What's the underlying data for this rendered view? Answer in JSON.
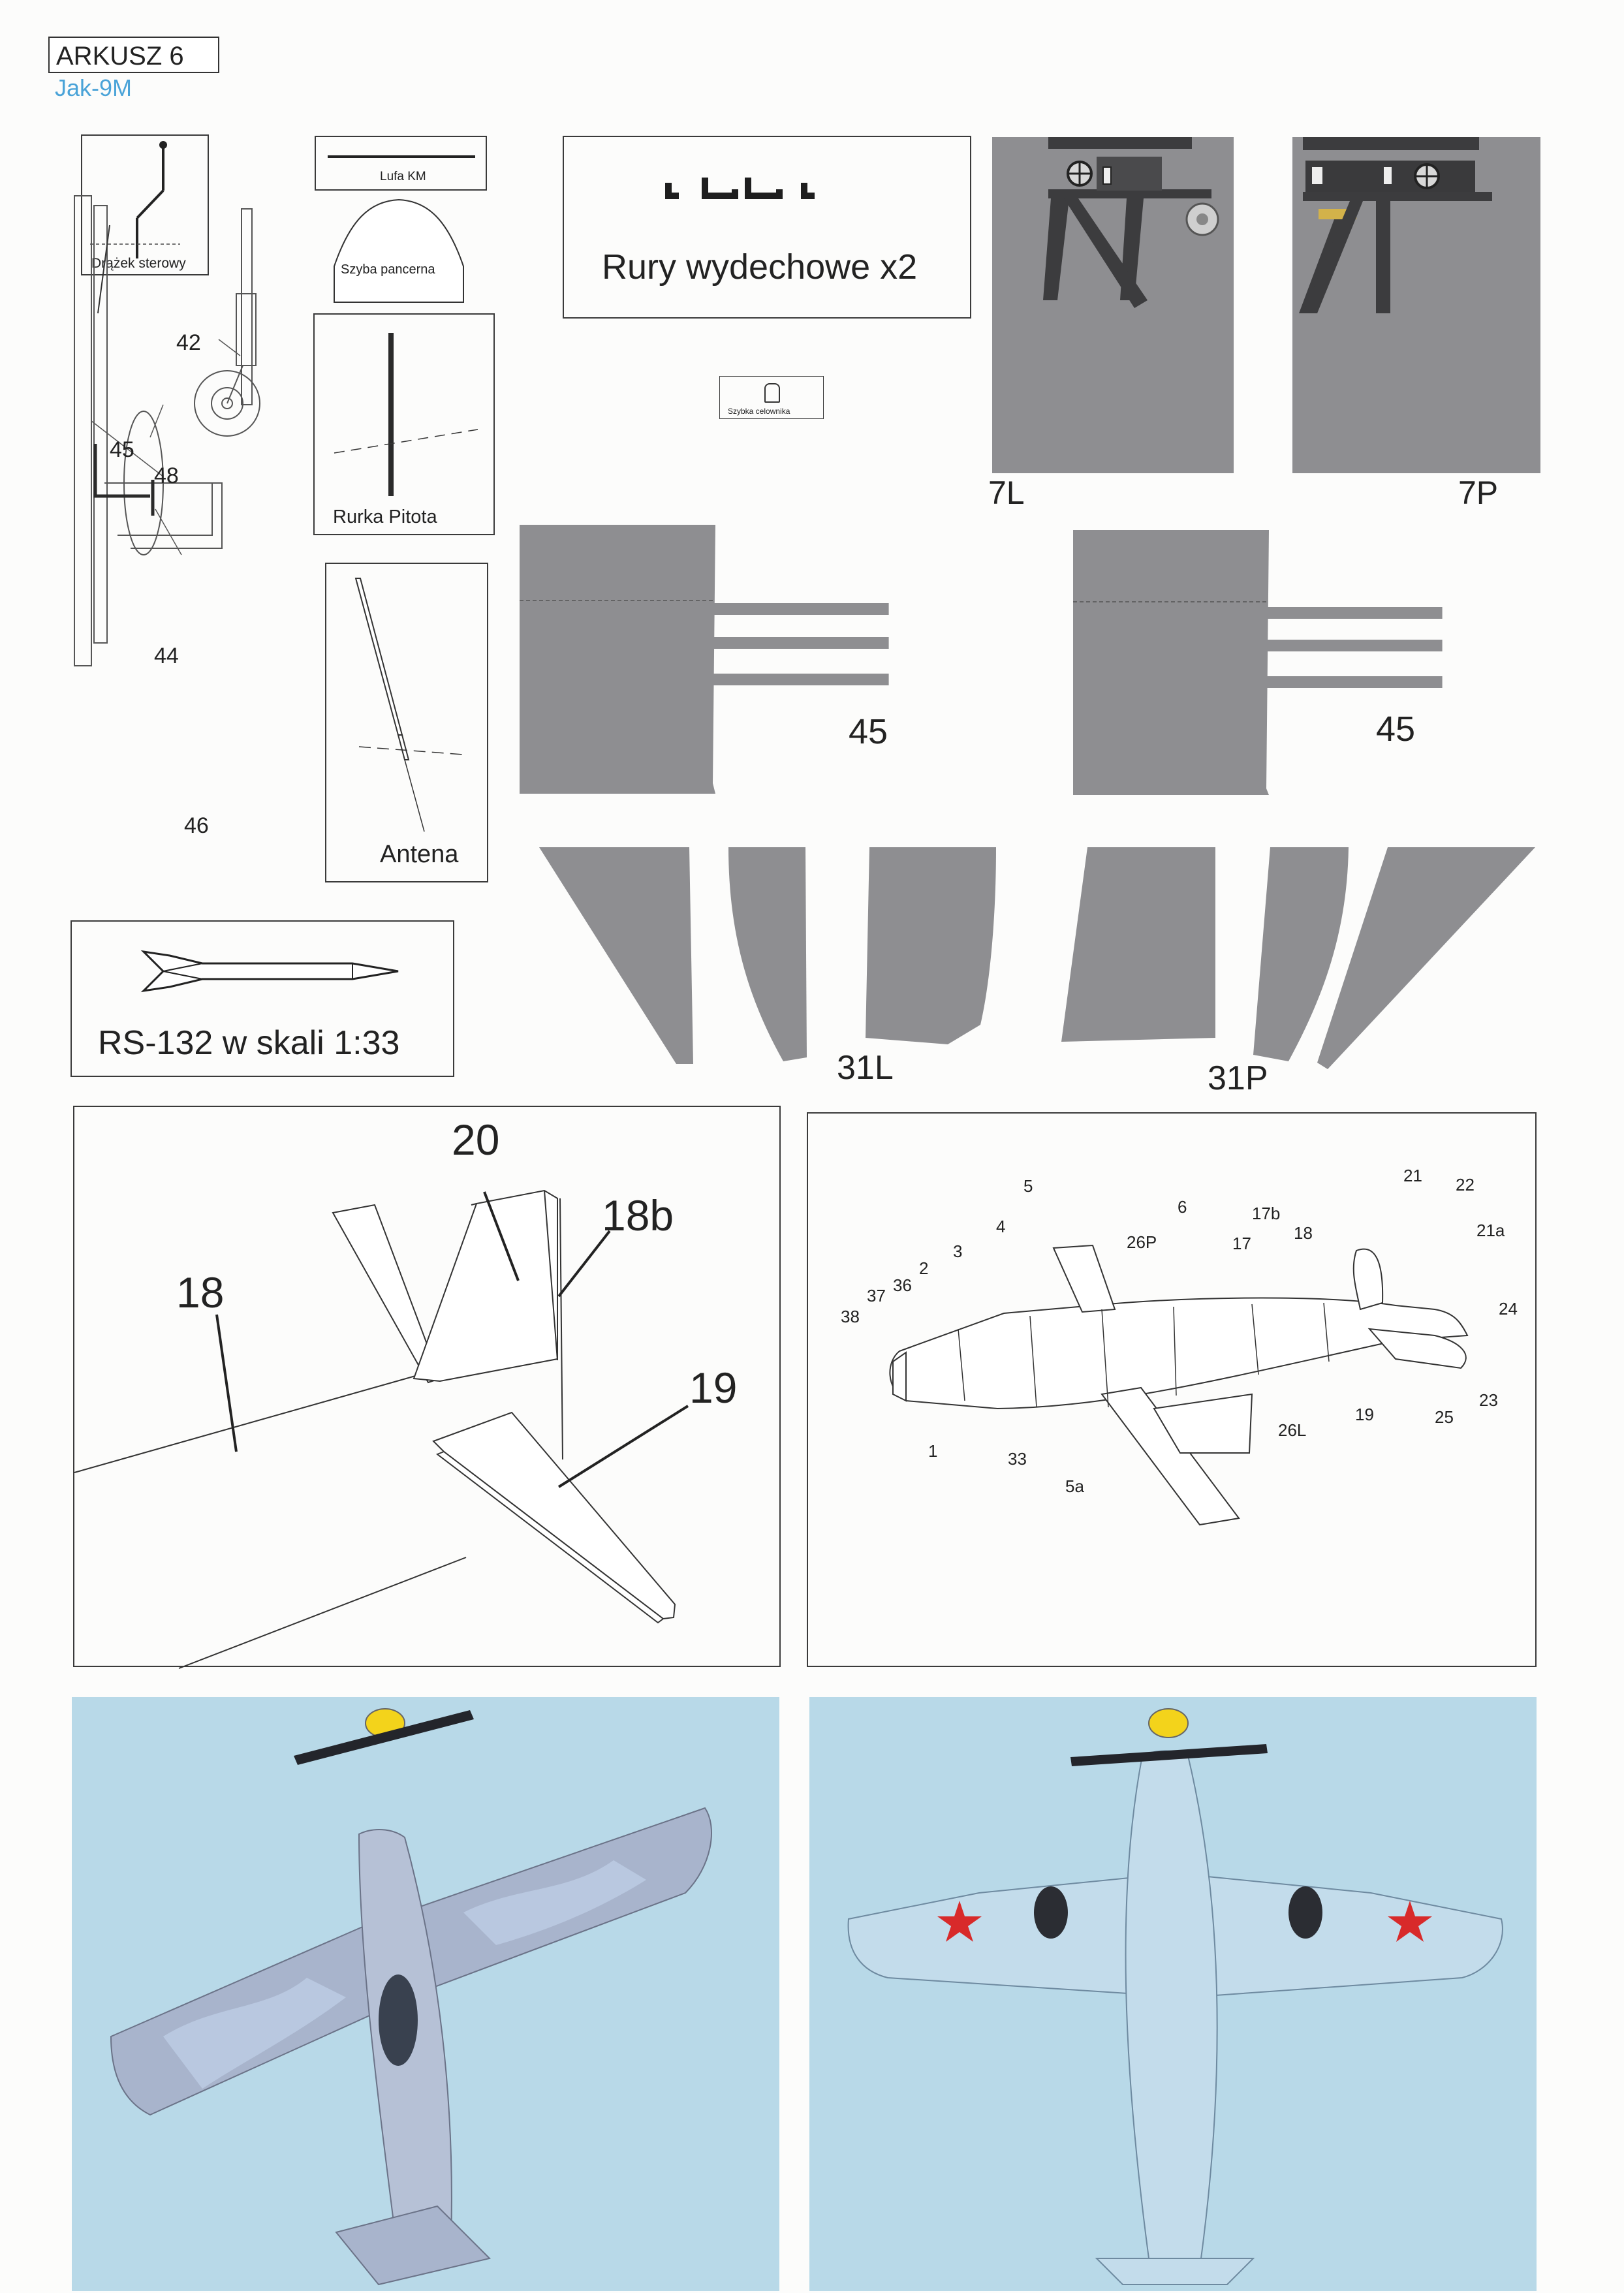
{
  "header": {
    "sheet_label": "ARKUSZ 6",
    "model_name": "Jak-9M"
  },
  "labels": {
    "stick": "Drążek sterowy",
    "barrel": "Lufa KM",
    "armored_glass": "Szyba pancerna",
    "exhaust": "Rury wydechowe x2",
    "sight_glass": "Szybka celownika",
    "pitot": "Rurka Pitota",
    "antenna": "Antena",
    "rocket": "RS-132 w skali 1:33"
  },
  "part_numbers": {
    "p42": "42",
    "p45a": "45",
    "p48": "48",
    "p44": "44",
    "p46": "46",
    "p7L": "7L",
    "p7P": "7P",
    "p45L": "45",
    "p45R": "45",
    "p31L": "31L",
    "p31P": "31P"
  },
  "tail_diagram": {
    "n20": "20",
    "n18b": "18b",
    "n18": "18",
    "n19": "19"
  },
  "plane_diagram": {
    "n5": "5",
    "n6": "6",
    "n17b": "17b",
    "n21": "21",
    "n22": "22",
    "n4": "4",
    "n26P": "26P",
    "n17": "17",
    "n18": "18",
    "n21a": "21a",
    "n3": "3",
    "n2": "2",
    "n36": "36",
    "n37": "37",
    "n38": "38",
    "n24": "24",
    "n1": "1",
    "n33": "33",
    "n5a": "5a",
    "n26L": "26L",
    "n19": "19",
    "n25": "25",
    "n23": "23"
  },
  "colors": {
    "part_grey": "#8e8e91",
    "accent_blue": "#4aa3d8",
    "sky": "#b8d9e8",
    "star_red": "#d82a2a"
  }
}
